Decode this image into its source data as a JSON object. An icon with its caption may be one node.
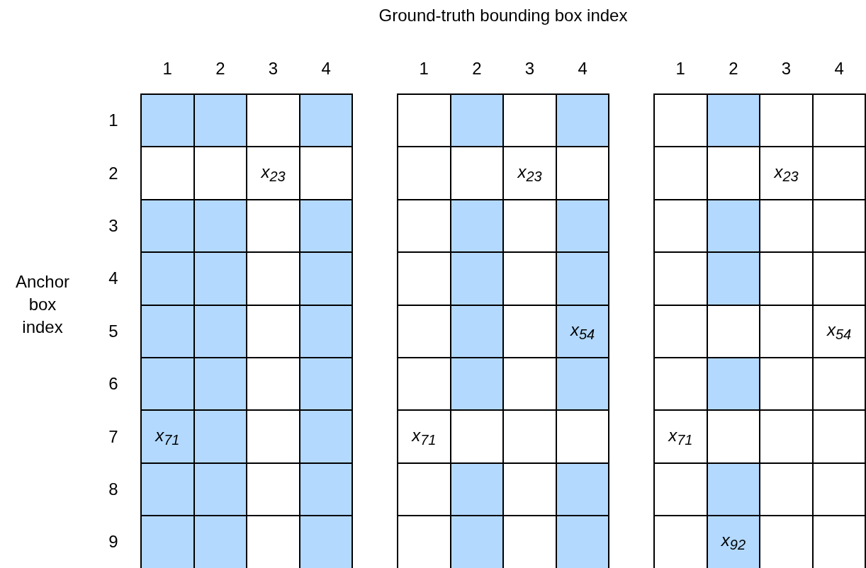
{
  "diagram": {
    "title": "Ground-truth bounding box index",
    "labels": [
      "1",
      "2",
      "3",
      "4",
      "1",
      "2",
      "3",
      "4",
      "1",
      "2",
      "3",
      "4",
      "Anchor box index",
      "1",
      "2",
      "x$_{23}$",
      "x$_{23}$",
      "x$_{23}$",
      "3",
      "4",
      "5",
      "x$_{54}$",
      "x$_{54}$",
      "6",
      "7",
      "x$_{71}$",
      "x$_{71}$",
      "x$_{71}$",
      "8",
      "9",
      "x$_{92}$"
    ]
  }
}
